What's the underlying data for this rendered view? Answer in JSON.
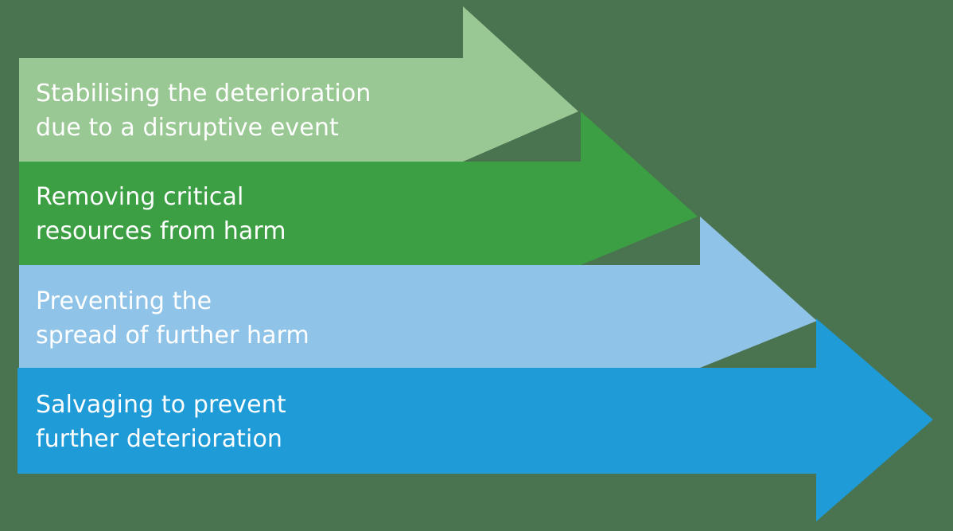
{
  "diagram": {
    "title": "Emergency response arrow sequence",
    "type": "chevron-arrow-sequence",
    "direction": "right",
    "background_color": "#4a7350",
    "text_color": "#ffffff",
    "steps": [
      {
        "index": 1,
        "label": "Stabilising the deterioration\ndue to a disruptive event",
        "line1": "Stabilising the deterioration",
        "line2": "due to a disruptive event",
        "color": "#9ac894",
        "color_name": "light-green"
      },
      {
        "index": 2,
        "label": "Removing critical\nresources from harm",
        "line1": "Removing critical",
        "line2": "resources from harm",
        "color": "#3c9f44",
        "color_name": "green"
      },
      {
        "index": 3,
        "label": "Preventing the\nspread of further harm",
        "line1": "Preventing the",
        "line2": "spread of further harm",
        "color": "#90c3e8",
        "color_name": "light-blue"
      },
      {
        "index": 4,
        "label": "Salvaging to prevent\nfurther deterioration",
        "line1": "Salvaging to prevent",
        "line2": "further deterioration",
        "color": "#1f9bd7",
        "color_name": "blue"
      }
    ]
  }
}
